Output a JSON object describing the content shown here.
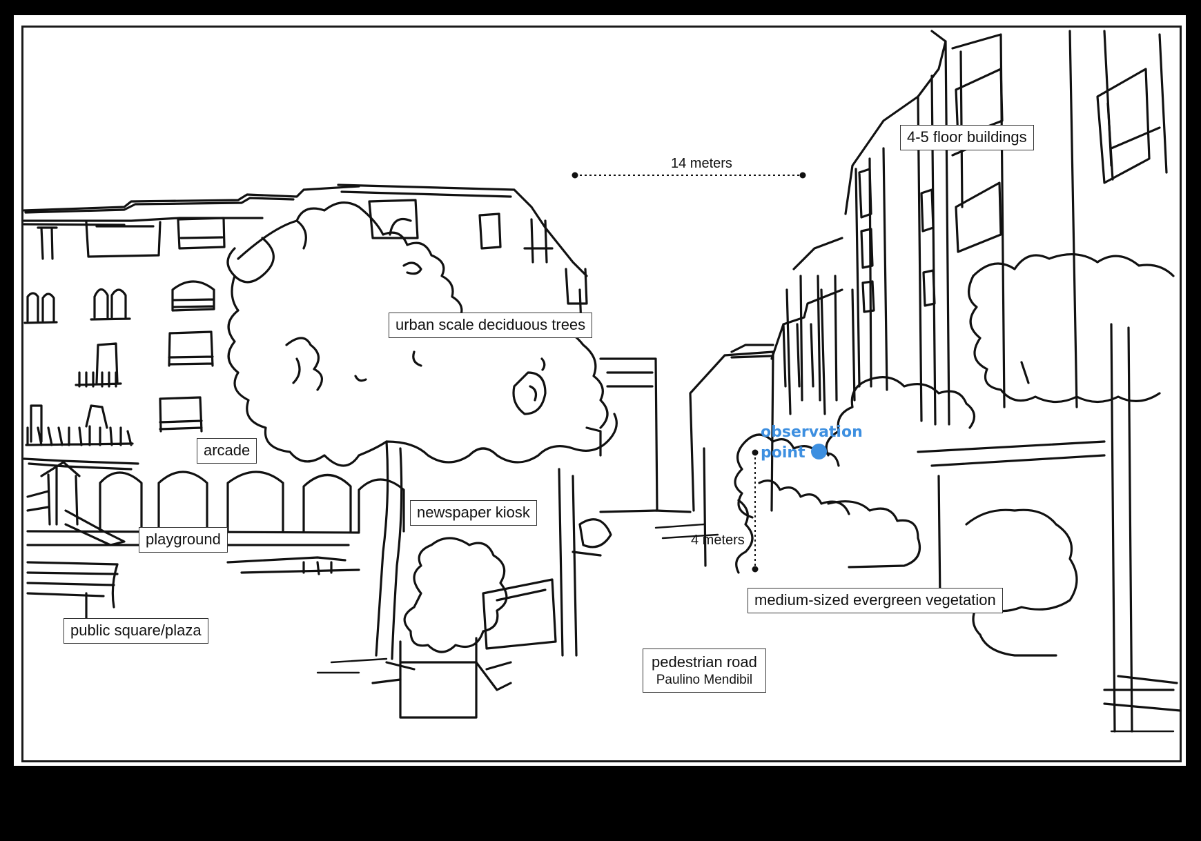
{
  "labels": {
    "buildings": "4-5 floor buildings",
    "trees": "urban scale deciduous trees",
    "arcade": "arcade",
    "playground": "playground",
    "kiosk": "newspaper kiosk",
    "plaza": "public square/plaza",
    "road_line1": "pedestrian road",
    "road_line2": "Paulino Mendibil",
    "vegetation": "medium-sized evergreen vegetation"
  },
  "measurements": {
    "width": "14 meters",
    "height": "4 meters"
  },
  "observation": {
    "line1": "observation",
    "line2": "point",
    "color": "#3d8fe0"
  },
  "colors": {
    "ink": "#111111",
    "paper": "#ffffff",
    "background": "#000000"
  }
}
